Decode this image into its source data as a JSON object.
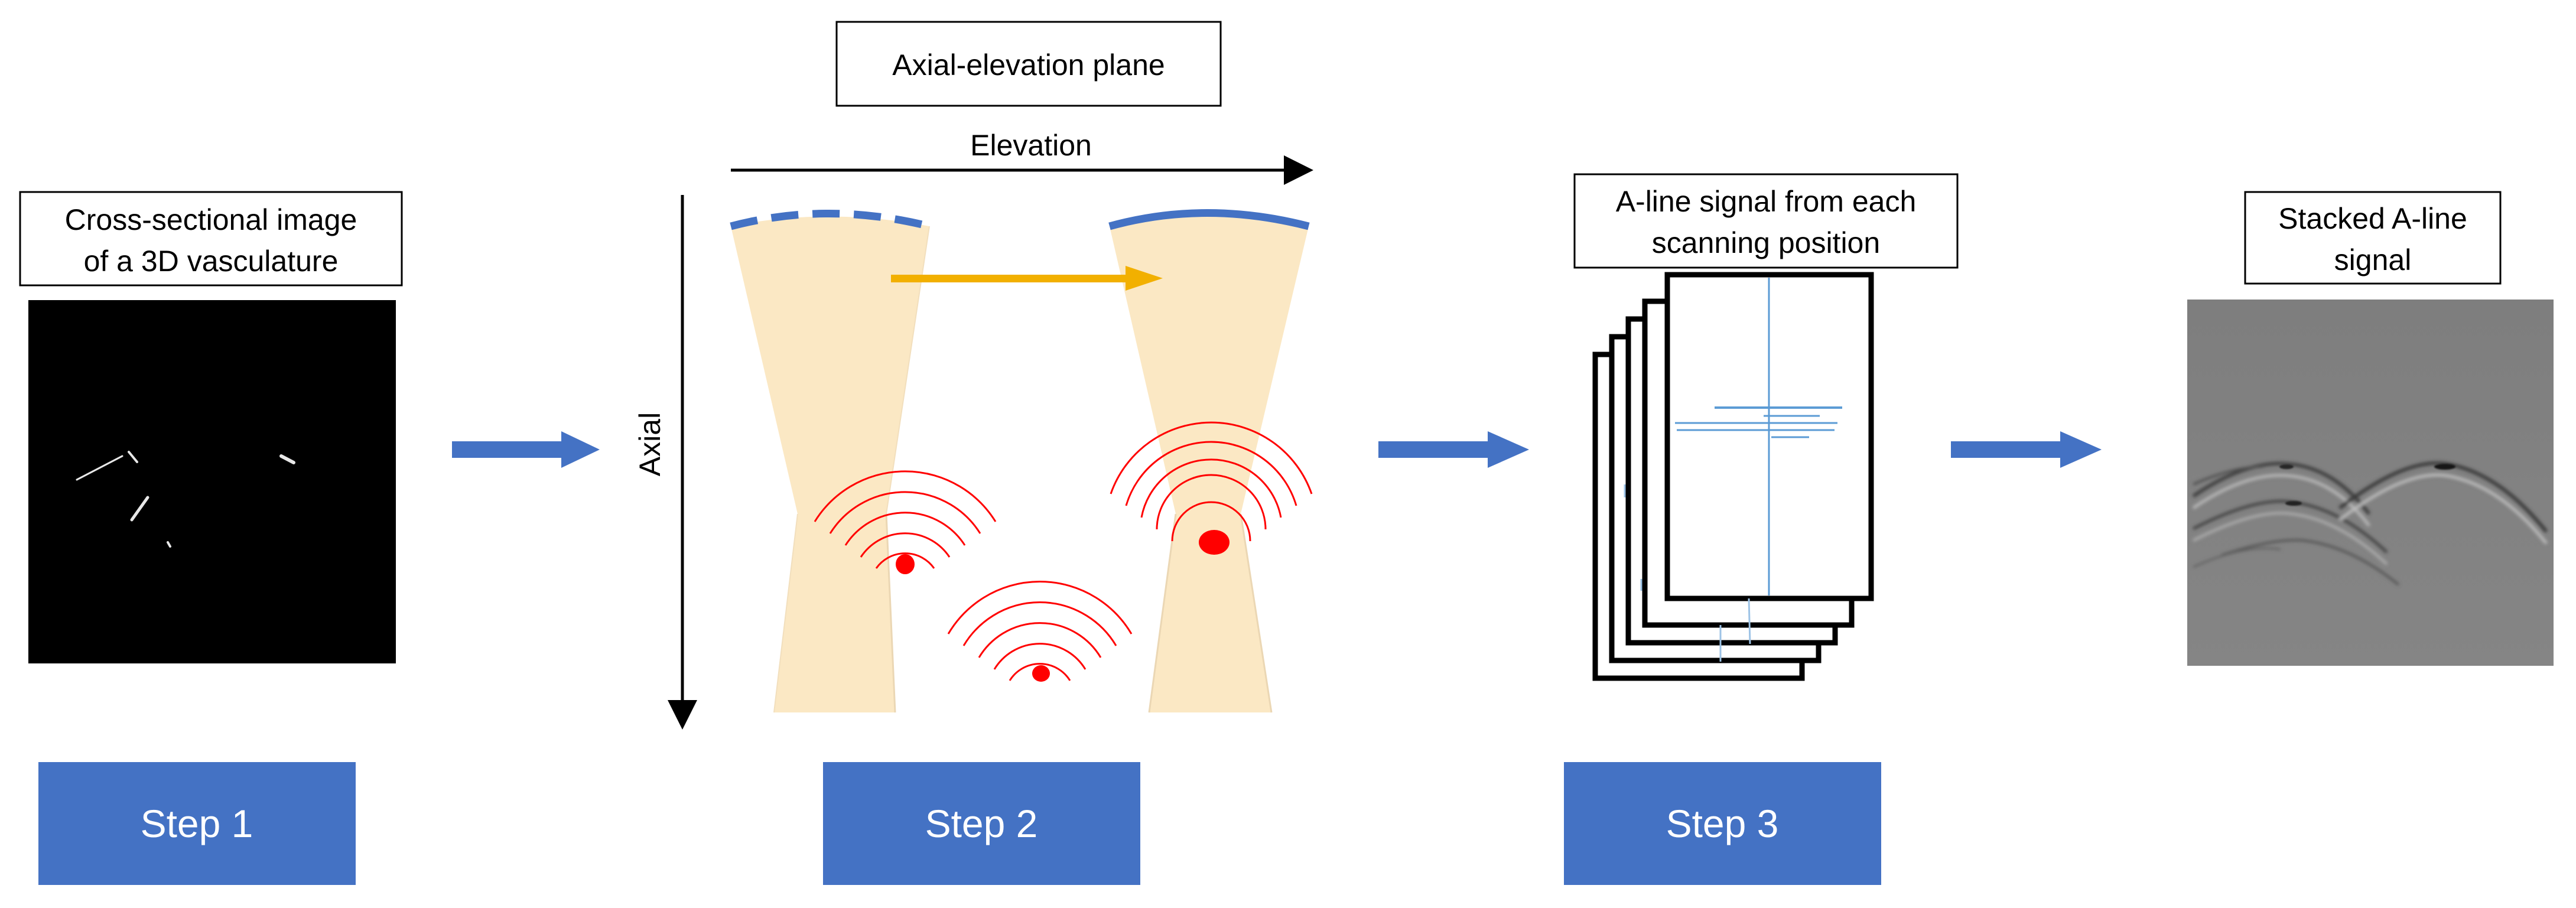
{
  "labels": {
    "cross_section": [
      "Cross-sectional image",
      "of a 3D vasculature"
    ],
    "plane_title": "Axial-elevation plane",
    "elevation": "Elevation",
    "axial": "Axial",
    "aline_each": [
      "A-line signal from each",
      "scanning position"
    ],
    "stacked": [
      "Stacked A-line",
      "signal"
    ]
  },
  "steps": [
    "Step 1",
    "Step 2",
    "Step 3"
  ],
  "colors": {
    "step_fill": "#4472C4",
    "arrow_blue": "#4472C4",
    "beam_fill": "#FBE8C4",
    "scan_arrow": "#F2B000",
    "source_red": "#FF0000",
    "signal_trace": "#5B9BD5",
    "stacked_bg": "#808080"
  }
}
